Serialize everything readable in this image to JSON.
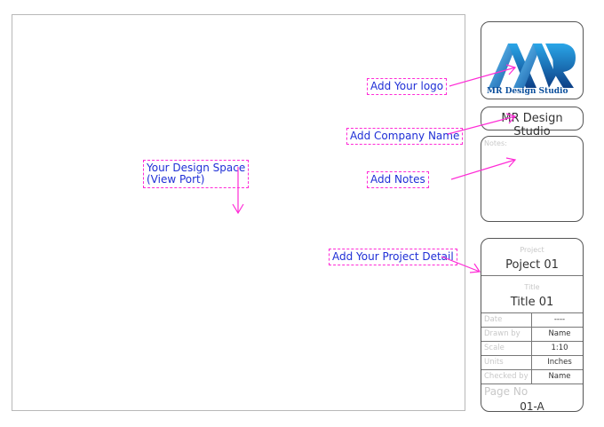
{
  "logo": {
    "text": "MR Design Studio",
    "colors": {
      "primary": "#1a8fd6",
      "secondary": "#0b4f9c"
    }
  },
  "company": {
    "name": "MR Design Studio"
  },
  "notes": {
    "label": "Notes:"
  },
  "project": {
    "label": "Project",
    "value": "Poject 01"
  },
  "title": {
    "label": "Title",
    "value": "Title 01"
  },
  "details": [
    {
      "label": "Date",
      "value": "----"
    },
    {
      "label": "Drawn by",
      "value": "Name"
    },
    {
      "label": "Scale",
      "value": "1:10"
    },
    {
      "label": "Units",
      "value": "Inches"
    },
    {
      "label": "Checked by",
      "value": "Name"
    }
  ],
  "page": {
    "label": "Page No",
    "value": "01-A"
  },
  "callouts": {
    "logo": "Add Your logo",
    "company": "Add Company Name",
    "notes": "Add Notes",
    "project": "Add Your Project Detail",
    "design_space_line1": "Your Design Space",
    "design_space_line2": "(View Port)"
  },
  "colors": {
    "callout_text": "#1f2fd6",
    "callout_border": "#ff2bd6",
    "arrow": "#ff2bd6"
  }
}
